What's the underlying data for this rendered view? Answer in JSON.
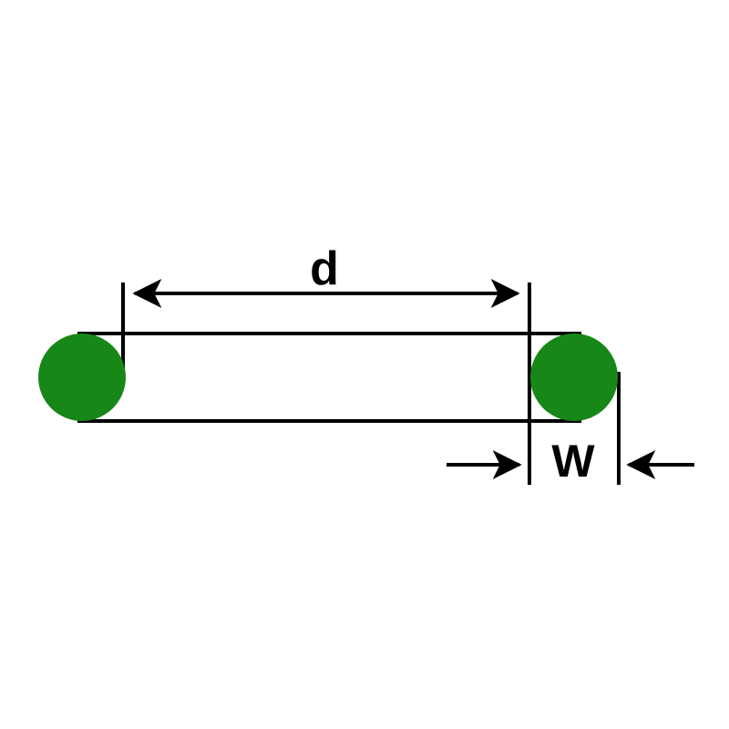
{
  "diagram": {
    "title": "o-ring-cross-section-dimension-diagram",
    "labels": {
      "inner_diameter": "d",
      "cross_section_width": "W"
    },
    "colors": {
      "ring_fill": "#178717",
      "line": "#000000",
      "background": "#ffffff"
    }
  }
}
